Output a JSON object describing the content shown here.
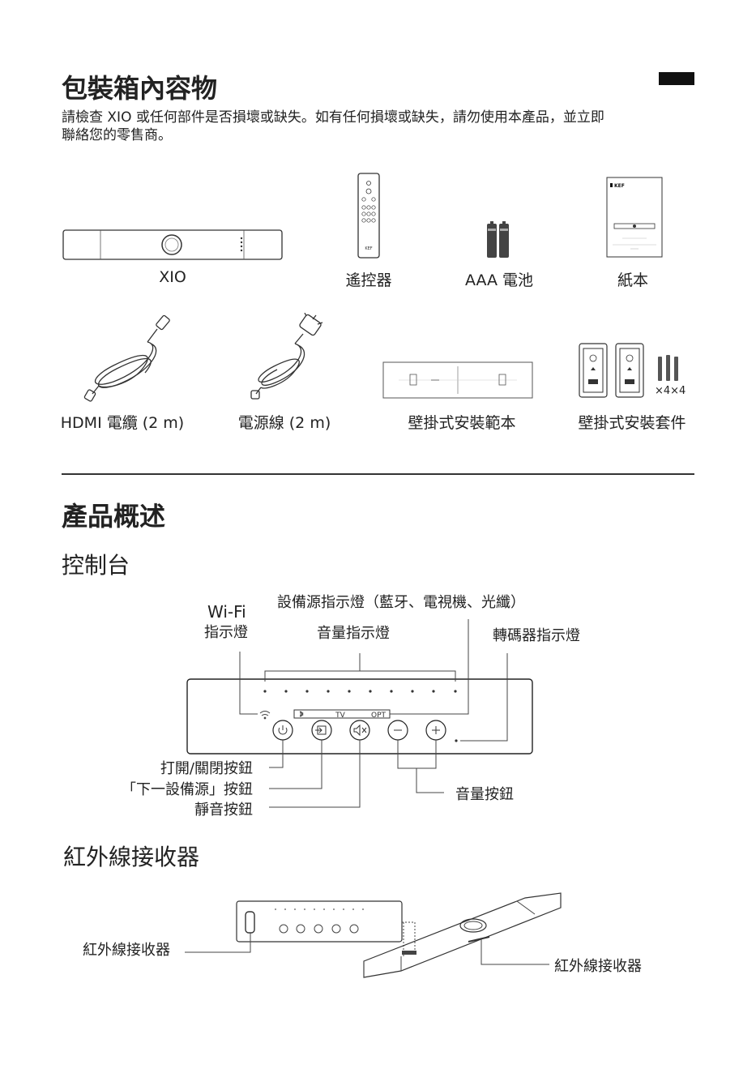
{
  "section1": {
    "title": "包裝箱內容物",
    "intro_line1": "請檢查 XIO 或任何部件是否損壞或缺失。如有任何損壞或缺失，請勿使用本產品，並立即",
    "intro_line2": "聯絡您的零售商。",
    "items_row1": [
      {
        "icon": "soundbar-icon",
        "label": "XIO"
      },
      {
        "icon": "remote-control-icon",
        "label": "遙控器"
      },
      {
        "icon": "batteries-icon",
        "label": "AAA 電池"
      },
      {
        "icon": "paper-manual-icon",
        "label": "紙本"
      }
    ],
    "items_row2": [
      {
        "icon": "hdmi-cable-icon",
        "label": "HDMI 電纜 (2 m)"
      },
      {
        "icon": "power-cable-icon",
        "label": "電源線 (2 m)"
      },
      {
        "icon": "wall-mount-template-icon",
        "label": "壁掛式安裝範本"
      },
      {
        "icon": "wall-mount-kit-icon",
        "label": "壁掛式安裝套件"
      }
    ],
    "kit_qty": "×4×4",
    "manual_brand": "KEF",
    "remote_brand": "KEF"
  },
  "section2": {
    "title": "產品概述",
    "console": {
      "heading": "控制台",
      "wifi_label_line1": "Wi-Fi",
      "wifi_label_line2": "指示燈",
      "source_indicator_label": "設備源指示燈（藍牙、電視機、光纖）",
      "volume_indicator_label": "音量指示燈",
      "decoder_indicator_label": "轉碼器指示燈",
      "panel_tv": "TV",
      "panel_opt": "OPT",
      "power_button_label": "打開/關閉按鈕",
      "next_source_label": "「下一設備源」按鈕",
      "mute_button_label": "靜音按鈕",
      "volume_button_label": "音量按鈕"
    },
    "ir": {
      "heading": "紅外線接收器",
      "left_label": "紅外線接收器",
      "right_label": "紅外線接收器"
    }
  }
}
